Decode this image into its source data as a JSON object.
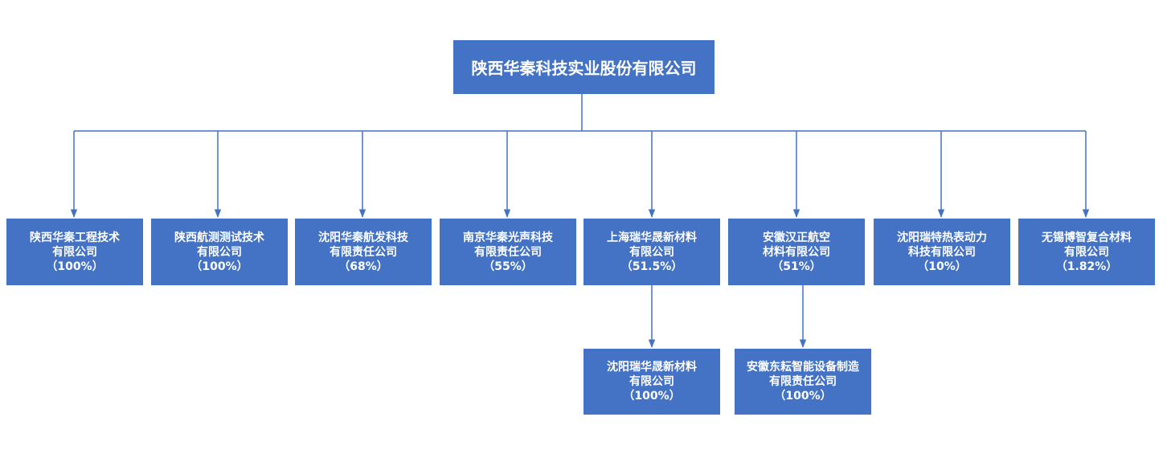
{
  "root": {
    "name": "陕西华秦科技实业股份有限公司"
  },
  "children": [
    {
      "id": "c1",
      "lines": [
        "陕西华秦工程技术",
        "有限公司",
        "（100%）"
      ]
    },
    {
      "id": "c2",
      "lines": [
        "陕西航测测试技术",
        "有限公司",
        "（100%）"
      ]
    },
    {
      "id": "c3",
      "lines": [
        "沈阳华秦航发科技",
        "有限责任公司",
        "（68%）"
      ]
    },
    {
      "id": "c4",
      "lines": [
        "南京华秦光声科技",
        "有限责任公司",
        "（55%）"
      ]
    },
    {
      "id": "c5",
      "lines": [
        "上海瑞华晟新材料",
        "有限公司",
        "（51.5%）"
      ]
    },
    {
      "id": "c6",
      "lines": [
        "安徽汉正航空",
        "材料有限公司",
        "（51%）"
      ]
    },
    {
      "id": "c7",
      "lines": [
        "沈阳瑞特热表动力",
        "科技有限公司",
        "（10%）"
      ]
    },
    {
      "id": "c8",
      "lines": [
        "无锡博智复合材料",
        "有限公司",
        "（1.82%）"
      ]
    }
  ],
  "grandchildren": [
    {
      "id": "g1",
      "parent": "c5",
      "lines": [
        "沈阳瑞华晟新材料",
        "有限公司",
        "（100%）"
      ]
    },
    {
      "id": "g2",
      "parent": "c6",
      "lines": [
        "安徽东耘智能设备制造",
        "有限责任公司",
        "（100%）"
      ]
    }
  ],
  "colors": {
    "box": "#4472c4",
    "line": "#4472c4",
    "text": "#ffffff"
  }
}
